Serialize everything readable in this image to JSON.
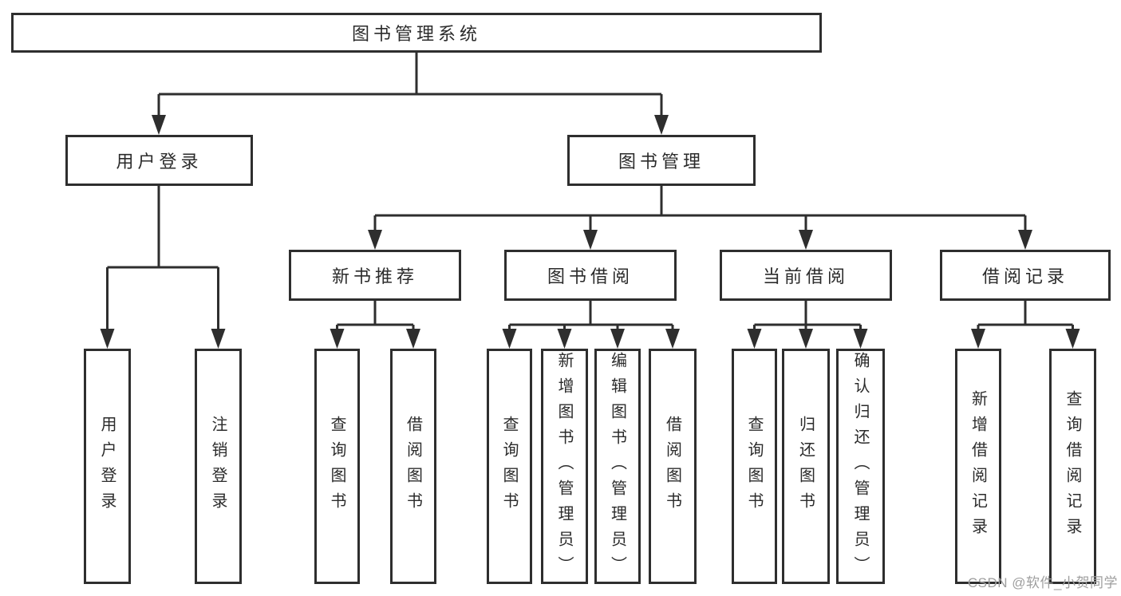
{
  "tree": {
    "label": "图书管理系统",
    "children": [
      {
        "label": "用户登录",
        "children": [
          {
            "label": "用户登录"
          },
          {
            "label": "注销登录"
          }
        ]
      },
      {
        "label": "图书管理",
        "children": [
          {
            "label": "新书推荐",
            "children": [
              {
                "label": "查询图书"
              },
              {
                "label": "借阅图书"
              }
            ]
          },
          {
            "label": "图书借阅",
            "children": [
              {
                "label": "查询图书"
              },
              {
                "label": "新增图书（管理员）"
              },
              {
                "label": "编辑图书（管理员）"
              },
              {
                "label": "借阅图书"
              }
            ]
          },
          {
            "label": "当前借阅",
            "children": [
              {
                "label": "查询图书"
              },
              {
                "label": "归还图书"
              },
              {
                "label": "确认归还（管理员）"
              }
            ]
          },
          {
            "label": "借阅记录",
            "children": [
              {
                "label": "新增借阅记录"
              },
              {
                "label": "查询借阅记录"
              }
            ]
          }
        ]
      }
    ]
  },
  "watermark": {
    "text": "CSDN @软件_小贺同学"
  },
  "colors": {
    "line": "#2e2e2e",
    "box_border": "#2e2e2e",
    "box_fill": "#ffffff",
    "text": "#2b2b2b",
    "watermark": "#9e9e9e",
    "background": "#ffffff"
  }
}
